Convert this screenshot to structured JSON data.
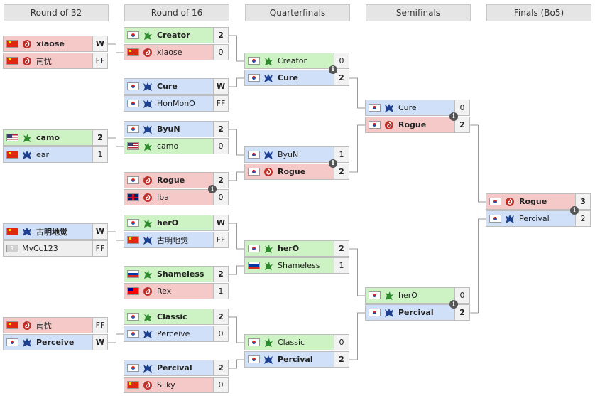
{
  "rounds": [
    "Round of 32",
    "Round of 16",
    "Quarterfinals",
    "Semifinals",
    "Finals (Bo5)"
  ],
  "colors": {
    "terran": "#cfe0f8",
    "zerg": "#f6c9c9",
    "protoss": "#cdf2c4",
    "unknown": "#efefef",
    "lines": "#999999"
  },
  "icons": {
    "terran": "terran-race-icon",
    "zerg": "zerg-race-icon",
    "protoss": "protoss-race-icon",
    "info": "info-icon"
  },
  "matches": [
    {
      "round": 0,
      "players": [
        {
          "flag": "cn",
          "race": "zerg",
          "name": "xiaose",
          "score": "W",
          "win": true
        },
        {
          "flag": "cn",
          "race": "zerg",
          "name": "南忧",
          "score": "FF",
          "win": false
        }
      ]
    },
    {
      "round": 0,
      "players": [
        {
          "flag": "us",
          "race": "protoss",
          "name": "camo",
          "score": "2",
          "win": true
        },
        {
          "flag": "cn",
          "race": "terran",
          "name": "ear",
          "score": "1",
          "win": false
        }
      ]
    },
    {
      "round": 0,
      "players": [
        {
          "flag": "cn",
          "race": "terran",
          "name": "古明地觉",
          "score": "W",
          "win": true
        },
        {
          "flag": "unk",
          "race": "unknown",
          "name": "MyCc123",
          "score": "FF",
          "win": false
        }
      ]
    },
    {
      "round": 0,
      "players": [
        {
          "flag": "cn",
          "race": "zerg",
          "name": "南忧",
          "score": "FF",
          "win": false
        },
        {
          "flag": "kr",
          "race": "terran",
          "name": "Perceive",
          "score": "W",
          "win": true
        }
      ]
    },
    {
      "round": 1,
      "players": [
        {
          "flag": "kr",
          "race": "protoss",
          "name": "Creator",
          "score": "2",
          "win": true
        },
        {
          "flag": "cn",
          "race": "zerg",
          "name": "xiaose",
          "score": "0",
          "win": false
        }
      ]
    },
    {
      "round": 1,
      "players": [
        {
          "flag": "kr",
          "race": "terran",
          "name": "Cure",
          "score": "W",
          "win": true
        },
        {
          "flag": "kr",
          "race": "terran",
          "name": "HonMonO",
          "score": "FF",
          "win": false
        }
      ]
    },
    {
      "round": 1,
      "players": [
        {
          "flag": "kr",
          "race": "terran",
          "name": "ByuN",
          "score": "2",
          "win": true
        },
        {
          "flag": "us",
          "race": "protoss",
          "name": "camo",
          "score": "0",
          "win": false
        }
      ]
    },
    {
      "round": 1,
      "info": true,
      "players": [
        {
          "flag": "kr",
          "race": "zerg",
          "name": "Rogue",
          "score": "2",
          "win": true
        },
        {
          "flag": "gb",
          "race": "zerg",
          "name": "Iba",
          "score": "0",
          "win": false
        }
      ]
    },
    {
      "round": 1,
      "players": [
        {
          "flag": "kr",
          "race": "protoss",
          "name": "herO",
          "score": "W",
          "win": true
        },
        {
          "flag": "cn",
          "race": "terran",
          "name": "古明地觉",
          "score": "FF",
          "win": false
        }
      ]
    },
    {
      "round": 1,
      "players": [
        {
          "flag": "ru",
          "race": "protoss",
          "name": "Shameless",
          "score": "2",
          "win": true
        },
        {
          "flag": "tw",
          "race": "zerg",
          "name": "Rex",
          "score": "1",
          "win": false
        }
      ]
    },
    {
      "round": 1,
      "players": [
        {
          "flag": "kr",
          "race": "protoss",
          "name": "Classic",
          "score": "2",
          "win": true
        },
        {
          "flag": "kr",
          "race": "terran",
          "name": "Perceive",
          "score": "0",
          "win": false
        }
      ]
    },
    {
      "round": 1,
      "players": [
        {
          "flag": "kr",
          "race": "terran",
          "name": "Percival",
          "score": "2",
          "win": true
        },
        {
          "flag": "cn",
          "race": "zerg",
          "name": "Silky",
          "score": "0",
          "win": false
        }
      ]
    },
    {
      "round": 2,
      "info": true,
      "players": [
        {
          "flag": "kr",
          "race": "protoss",
          "name": "Creator",
          "score": "0",
          "win": false
        },
        {
          "flag": "kr",
          "race": "terran",
          "name": "Cure",
          "score": "2",
          "win": true
        }
      ]
    },
    {
      "round": 2,
      "info": true,
      "players": [
        {
          "flag": "kr",
          "race": "terran",
          "name": "ByuN",
          "score": "1",
          "win": false
        },
        {
          "flag": "kr",
          "race": "zerg",
          "name": "Rogue",
          "score": "2",
          "win": true
        }
      ]
    },
    {
      "round": 2,
      "players": [
        {
          "flag": "kr",
          "race": "protoss",
          "name": "herO",
          "score": "2",
          "win": true
        },
        {
          "flag": "ru",
          "race": "protoss",
          "name": "Shameless",
          "score": "1",
          "win": false
        }
      ]
    },
    {
      "round": 2,
      "players": [
        {
          "flag": "kr",
          "race": "protoss",
          "name": "Classic",
          "score": "0",
          "win": false
        },
        {
          "flag": "kr",
          "race": "terran",
          "name": "Percival",
          "score": "2",
          "win": true
        }
      ]
    },
    {
      "round": 3,
      "info": true,
      "players": [
        {
          "flag": "kr",
          "race": "terran",
          "name": "Cure",
          "score": "0",
          "win": false
        },
        {
          "flag": "kr",
          "race": "zerg",
          "name": "Rogue",
          "score": "2",
          "win": true
        }
      ]
    },
    {
      "round": 3,
      "info": true,
      "players": [
        {
          "flag": "kr",
          "race": "protoss",
          "name": "herO",
          "score": "0",
          "win": false
        },
        {
          "flag": "kr",
          "race": "terran",
          "name": "Percival",
          "score": "2",
          "win": true
        }
      ]
    },
    {
      "round": 4,
      "info": true,
      "players": [
        {
          "flag": "kr",
          "race": "zerg",
          "name": "Rogue",
          "score": "3",
          "win": true
        },
        {
          "flag": "kr",
          "race": "terran",
          "name": "Percival",
          "score": "2",
          "win": false
        }
      ]
    }
  ]
}
